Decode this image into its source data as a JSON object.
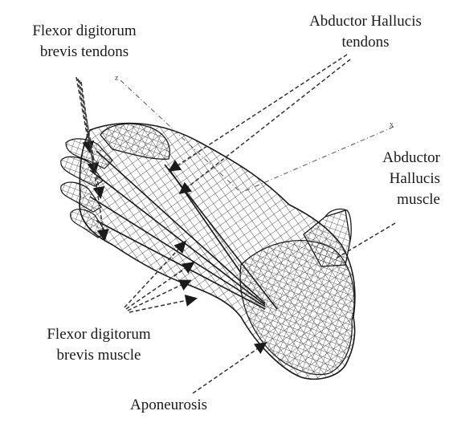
{
  "labels": {
    "fdb_tendons": {
      "line1": "Flexor digitorum",
      "line2": "brevis tendons"
    },
    "ah_tendons": {
      "line1": "Abductor Hallucis",
      "line2": "tendons"
    },
    "ah_muscle": {
      "line1": "Abductor",
      "line2": "Hallucis",
      "line3": "muscle"
    },
    "fdb_muscle": {
      "line1": "Flexor digitorum",
      "line2": "brevis muscle"
    },
    "aponeurosis": "Aponeurosis"
  },
  "axis_markers": {
    "upper": "z",
    "right": "x"
  },
  "colors": {
    "ink": "#1a1a1a",
    "mesh": "#2b2b2b",
    "leader": "#333333"
  }
}
